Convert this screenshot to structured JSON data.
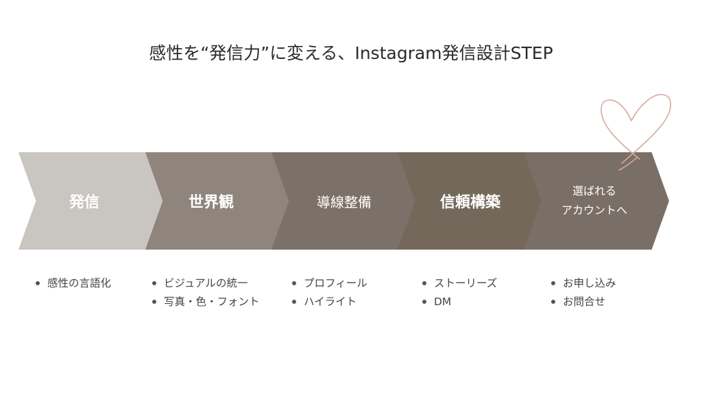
{
  "title": "感性を“発信力”に変える、Instagram発信設計STEP",
  "colors": {
    "step1": "#c9c5c0",
    "step2": "#8f857c",
    "step3": "#7c7168",
    "step4": "#736859",
    "step5": "#7a6f66",
    "heart": "#d5a9a0"
  },
  "steps": [
    {
      "label": "発信",
      "bullets": [
        "感性の言語化"
      ]
    },
    {
      "label": "世界観",
      "bullets": [
        "ビジュアルの統一",
        "写真・色・フォント"
      ]
    },
    {
      "label": "導線整備",
      "bullets": [
        "プロフィール",
        "ハイライト"
      ]
    },
    {
      "label": "信頼構築",
      "bullets": [
        "ストーリーズ",
        "DM"
      ]
    },
    {
      "label_line1": "選ばれる",
      "label_line2": "アカウントへ",
      "bullets": [
        "お申し込み",
        "お問合せ"
      ]
    }
  ],
  "icons": {
    "decoration": "heart-icon"
  }
}
